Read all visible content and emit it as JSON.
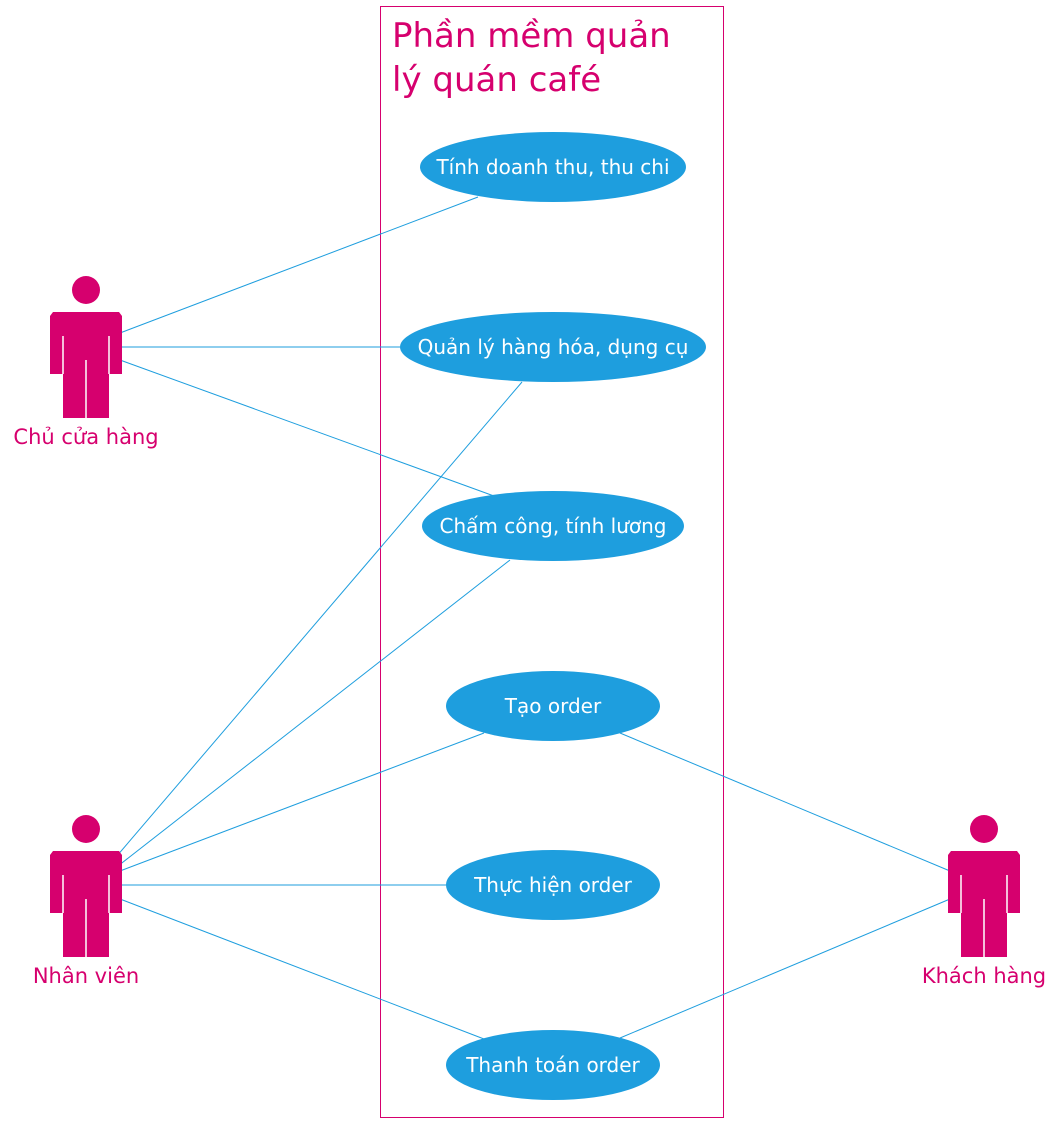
{
  "system": {
    "title": "Phần mềm quản\nlý quán café"
  },
  "colors": {
    "actor": "#d6006e",
    "usecase_fill": "#1e9ede",
    "usecase_text": "#ffffff",
    "connector": "#1e9ede",
    "boundary": "#d6006e"
  },
  "actors": [
    {
      "id": "owner",
      "label": "Chủ cửa hàng",
      "icon": "person-icon"
    },
    {
      "id": "staff",
      "label": "Nhân viên",
      "icon": "person-icon"
    },
    {
      "id": "customer",
      "label": "Khách hàng",
      "icon": "person-icon"
    }
  ],
  "usecases": [
    {
      "id": "revenue",
      "label": "Tính doanh thu, thu chi"
    },
    {
      "id": "inventory",
      "label": "Quản lý hàng hóa, dụng cụ"
    },
    {
      "id": "payroll",
      "label": "Chấm công, tính lương"
    },
    {
      "id": "create_order",
      "label": "Tạo order"
    },
    {
      "id": "fulfill_order",
      "label": "Thực hiện order"
    },
    {
      "id": "pay_order",
      "label": "Thanh toán order"
    }
  ],
  "associations": [
    [
      "owner",
      "revenue"
    ],
    [
      "owner",
      "inventory"
    ],
    [
      "owner",
      "payroll"
    ],
    [
      "staff",
      "inventory"
    ],
    [
      "staff",
      "payroll"
    ],
    [
      "staff",
      "create_order"
    ],
    [
      "staff",
      "fulfill_order"
    ],
    [
      "staff",
      "pay_order"
    ],
    [
      "customer",
      "create_order"
    ],
    [
      "customer",
      "pay_order"
    ]
  ]
}
